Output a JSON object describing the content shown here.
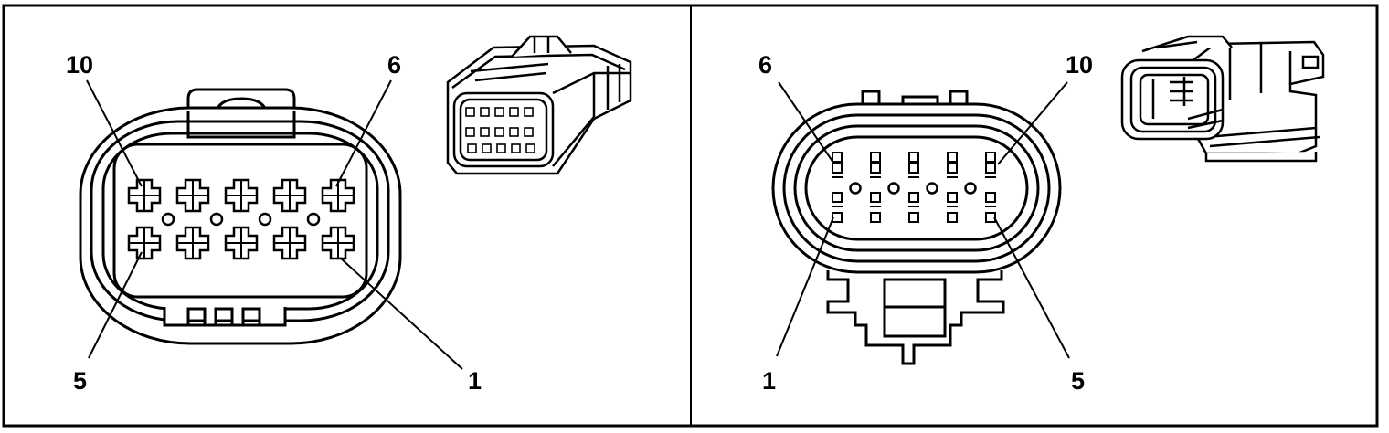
{
  "panels": [
    {
      "id": "female-connector-face",
      "labels": {
        "top_left": "10",
        "top_right": "6",
        "bottom_left": "5",
        "bottom_right": "1"
      }
    },
    {
      "id": "male-connector-face",
      "labels": {
        "top_left": "6",
        "top_right": "10",
        "bottom_left": "1",
        "bottom_right": "5"
      }
    }
  ]
}
